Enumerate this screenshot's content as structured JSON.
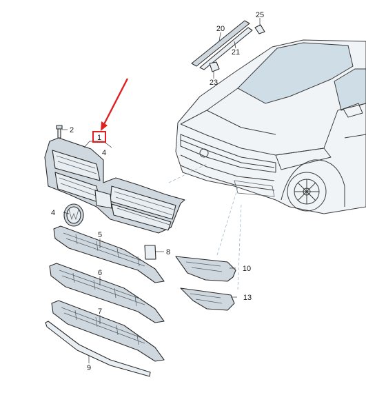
{
  "diagram": {
    "callouts": [
      {
        "id": "c1",
        "label": "1"
      },
      {
        "id": "c2",
        "label": "2"
      },
      {
        "id": "c4a",
        "label": "4"
      },
      {
        "id": "c4b",
        "label": "4"
      },
      {
        "id": "c5",
        "label": "5"
      },
      {
        "id": "c6",
        "label": "6"
      },
      {
        "id": "c7",
        "label": "7"
      },
      {
        "id": "c8",
        "label": "8"
      },
      {
        "id": "c9",
        "label": "9"
      },
      {
        "id": "c10",
        "label": "10"
      },
      {
        "id": "c13",
        "label": "13"
      },
      {
        "id": "c20",
        "label": "20"
      },
      {
        "id": "c21",
        "label": "21"
      },
      {
        "id": "c23",
        "label": "23"
      },
      {
        "id": "c25",
        "label": "25"
      }
    ],
    "colors": {
      "highlight": "#e02020",
      "line": "#2a2a2a",
      "part_fill": "#e9eef2",
      "glass_tint": "#cfdde7",
      "dashed_guide": "#9fb6c6"
    }
  }
}
